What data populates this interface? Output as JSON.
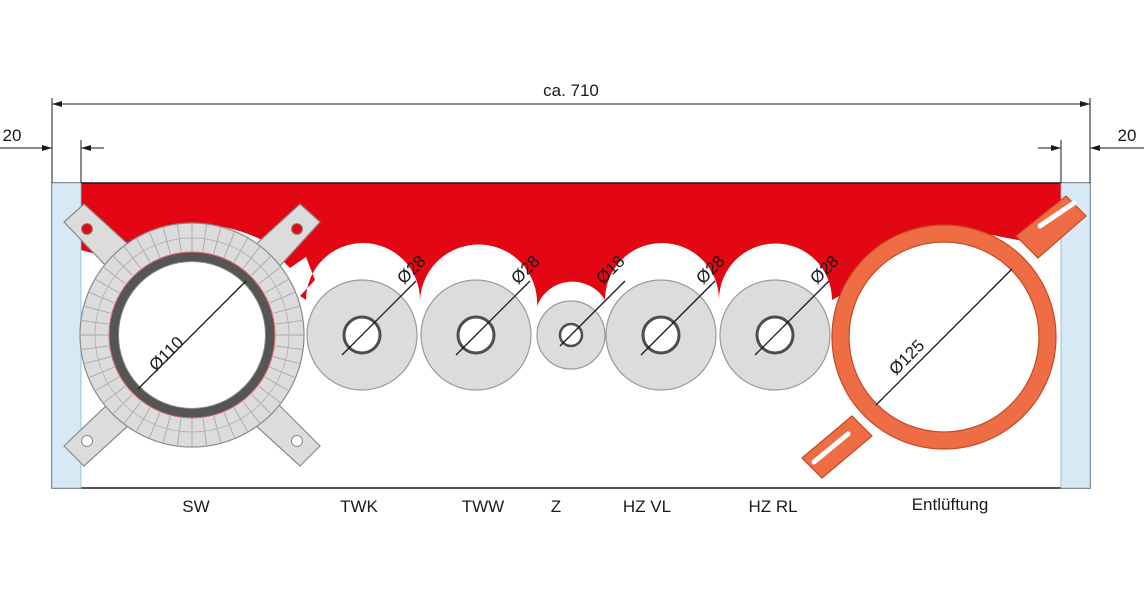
{
  "dimensions": {
    "overall": "ca. 710",
    "left_margin": "20",
    "right_margin": "20"
  },
  "pipes": [
    {
      "id": "sw",
      "label": "SW",
      "diameter": "Ø110"
    },
    {
      "id": "twk",
      "label": "TWK",
      "diameter": "Ø28"
    },
    {
      "id": "tww",
      "label": "TWW",
      "diameter": "Ø28"
    },
    {
      "id": "z",
      "label": "Z",
      "diameter": "Ø18"
    },
    {
      "id": "hzvl",
      "label": "HZ VL",
      "diameter": "Ø28"
    },
    {
      "id": "hzrl",
      "label": "HZ RL",
      "diameter": "Ø28"
    },
    {
      "id": "ent",
      "label": "Entlüftung",
      "diameter": "Ø125"
    }
  ],
  "colors": {
    "seal_red": "#e30613",
    "box_stroke": "#1a1a1a",
    "side_panel": "#d6e9f5",
    "grommet_fill": "#dcdcdc",
    "grommet_stroke": "#9a9a9a",
    "vent_orange": "#ef6d45",
    "vent_stroke": "#c44a26",
    "pipe_ring_dark": "#4d4d4d"
  }
}
